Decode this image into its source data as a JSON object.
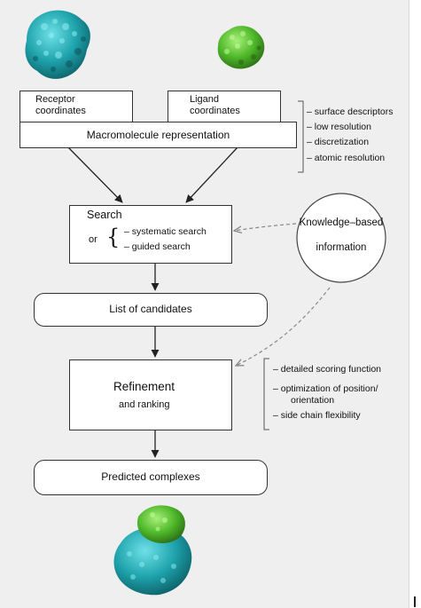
{
  "inputs": {
    "receptor": [
      "Receptor",
      "coordinates"
    ],
    "ligand": [
      "Ligand",
      "coordinates"
    ]
  },
  "representation": {
    "label": "Macromolecule representation",
    "options": [
      "– surface descriptors",
      "– low resolution",
      "– discretization",
      "– atomic resolution"
    ]
  },
  "search": {
    "title": "Search",
    "or_label": "or",
    "brace": "{",
    "methods": [
      "– systematic search",
      "– guided search"
    ]
  },
  "knowledge": [
    "Knowledge–based",
    "information"
  ],
  "candidates": "List  of  candidates",
  "refinement": {
    "title": "Refinement",
    "subtitle": "and ranking",
    "options": [
      "– detailed scoring function",
      "– optimization of position/",
      "orientation",
      "– side chain flexibility"
    ]
  },
  "output": "Predicted complexes",
  "colors": {
    "receptor": "#1f9ea6",
    "ligand": "#5cc02a",
    "arrow": "#222222",
    "dashed": "#888888"
  }
}
